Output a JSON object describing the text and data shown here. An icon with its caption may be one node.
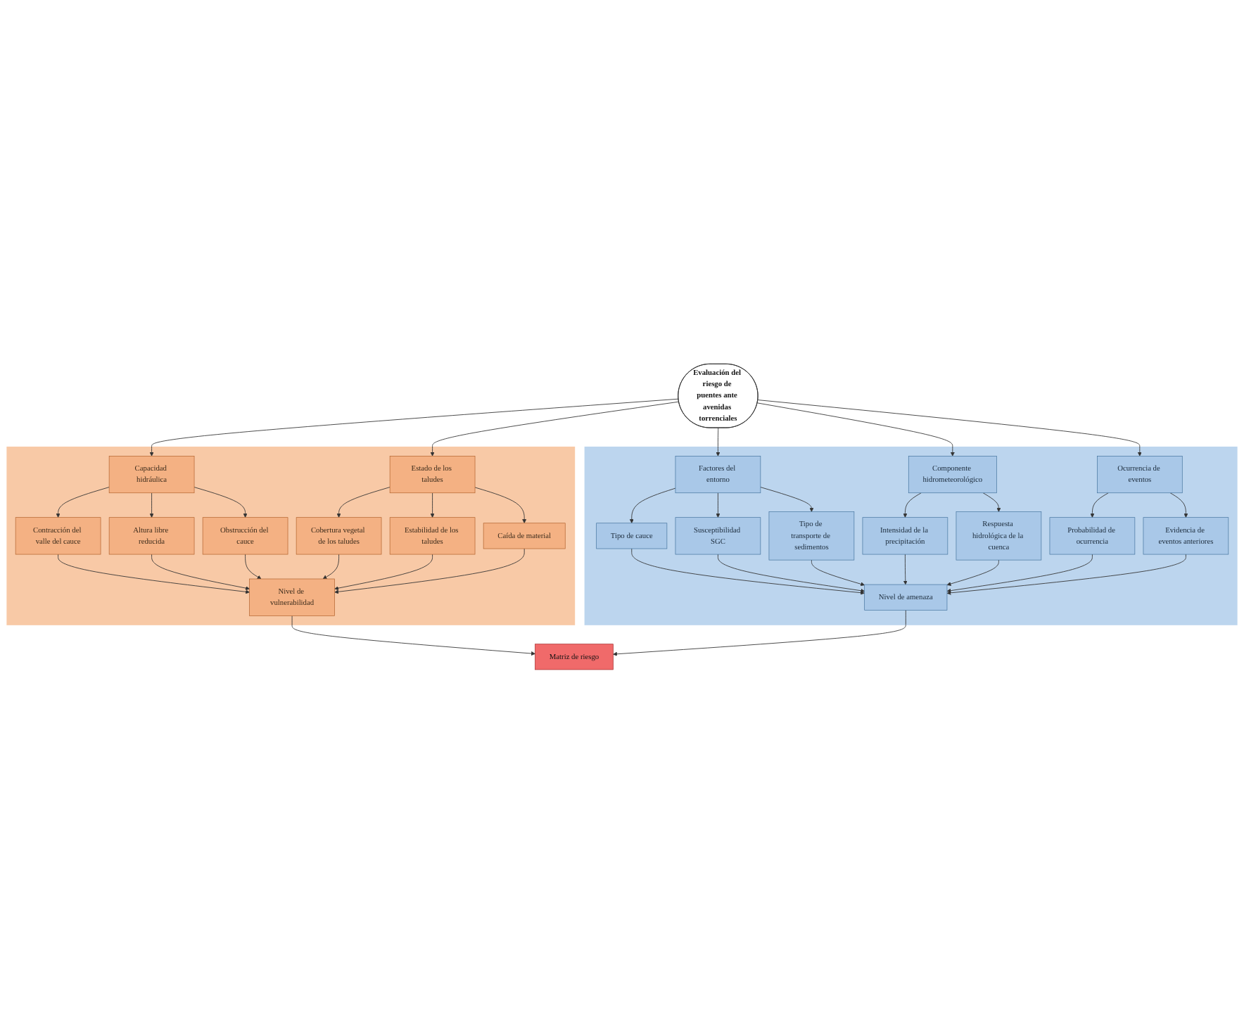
{
  "diagram": {
    "nodes": [
      {
        "text": [
          "Evaluación del riesgo de puentes ante avenidas torrenciales"
        ]
      },
      {
        "text": [],
        "shape": "box"
      },
      {
        "text": [
          "Capacidad hidráulica"
        ],
        "in": 1
      },
      {
        "text": [
          "Contracción del valle del cauce"
        ],
        "in": 1
      },
      {
        "text": [
          "Altura libre reducida"
        ],
        "in": 1
      },
      {
        "text": [
          "Obstrucción del cauce"
        ],
        "in": 1
      },
      {
        "text": [
          "Estado de los taludes"
        ],
        "in": 1
      },
      {
        "text": [
          "Cobertura vegetal de los taludes"
        ],
        "in": 1
      },
      {
        "text": [
          "Estabilidad de los taludes"
        ],
        "in": 1
      },
      {
        "text": [
          "Caída de material"
        ],
        "in": 1
      },
      {
        "text": [
          "Nivel de vulnerabilidad"
        ],
        "in": 1
      },
      {
        "text": [],
        "shape": "box"
      },
      {
        "text": [
          "Factores del entorno"
        ],
        "in": 11
      },
      {
        "text": [
          "Tipo de cauce"
        ],
        "in": 11
      },
      {
        "text": [
          "Susceptibilidad SGC"
        ],
        "in": 11
      },
      {
        "text": [
          "Tipo de transporte de sedimentos"
        ],
        "in": 11
      },
      {
        "text": [
          "Componente hidrometeorológico"
        ],
        "in": 11
      },
      {
        "text": [
          "Intensidad de la precipitación"
        ],
        "in": 11
      },
      {
        "text": [
          "Respuesta hidrológica de la cuenca"
        ],
        "in": 11
      },
      {
        "text": [
          "Ocurrencia de eventos"
        ],
        "in": 11
      },
      {
        "text": [
          "Probabilidad de ocurrencia"
        ],
        "in": 11
      },
      {
        "text": [
          "Evidencia de eventos anteriores"
        ],
        "in": 11
      },
      {
        "text": [
          "Nivel de amenaza"
        ],
        "in": 11
      },
      {
        "text": [
          "Matriz de riesgo"
        ]
      }
    ],
    "edges": [
      {
        "from": 0,
        "to": 2,
        "arrow": "to"
      },
      {
        "from": 0,
        "to": 6,
        "arrow": "to"
      },
      {
        "from": 0,
        "to": 12,
        "arrow": "to"
      },
      {
        "from": 0,
        "to": 16,
        "arrow": "to"
      },
      {
        "from": 0,
        "to": 19,
        "arrow": "to"
      },
      {
        "from": 2,
        "to": 3,
        "arrow": "to"
      },
      {
        "from": 2,
        "to": 4,
        "arrow": "to"
      },
      {
        "from": 2,
        "to": 5,
        "arrow": "to"
      },
      {
        "from": 6,
        "to": 7,
        "arrow": "to"
      },
      {
        "from": 6,
        "to": 8,
        "arrow": "to"
      },
      {
        "from": 6,
        "to": 9,
        "arrow": "to"
      },
      {
        "from": 12,
        "to": 13,
        "arrow": "to"
      },
      {
        "from": 12,
        "to": 14,
        "arrow": "to"
      },
      {
        "from": 12,
        "to": 15,
        "arrow": "to"
      },
      {
        "from": 16,
        "to": 17,
        "arrow": "to"
      },
      {
        "from": 16,
        "to": 18,
        "arrow": "to"
      },
      {
        "from": 19,
        "to": 20,
        "arrow": "to"
      },
      {
        "from": 19,
        "to": 21,
        "arrow": "to"
      },
      {
        "from": 3,
        "to": 10,
        "arrow": "to"
      },
      {
        "from": 4,
        "to": 10,
        "arrow": "to"
      },
      {
        "from": 5,
        "to": 10,
        "arrow": "to"
      },
      {
        "from": 7,
        "to": 10,
        "arrow": "to"
      },
      {
        "from": 8,
        "to": 10,
        "arrow": "to"
      },
      {
        "from": 9,
        "to": 10,
        "arrow": "to"
      },
      {
        "from": 13,
        "to": 22,
        "arrow": "to"
      },
      {
        "from": 14,
        "to": 22,
        "arrow": "to"
      },
      {
        "from": 15,
        "to": 22,
        "arrow": "to"
      },
      {
        "from": 17,
        "to": 22,
        "arrow": "to"
      },
      {
        "from": 18,
        "to": 22,
        "arrow": "to"
      },
      {
        "from": 20,
        "to": 22,
        "arrow": "to"
      },
      {
        "from": 21,
        "to": 22,
        "arrow": "to"
      },
      {
        "from": 10,
        "to": 23,
        "arrow": "to"
      },
      {
        "from": 22,
        "to": 23,
        "arrow": "to"
      }
    ]
  }
}
